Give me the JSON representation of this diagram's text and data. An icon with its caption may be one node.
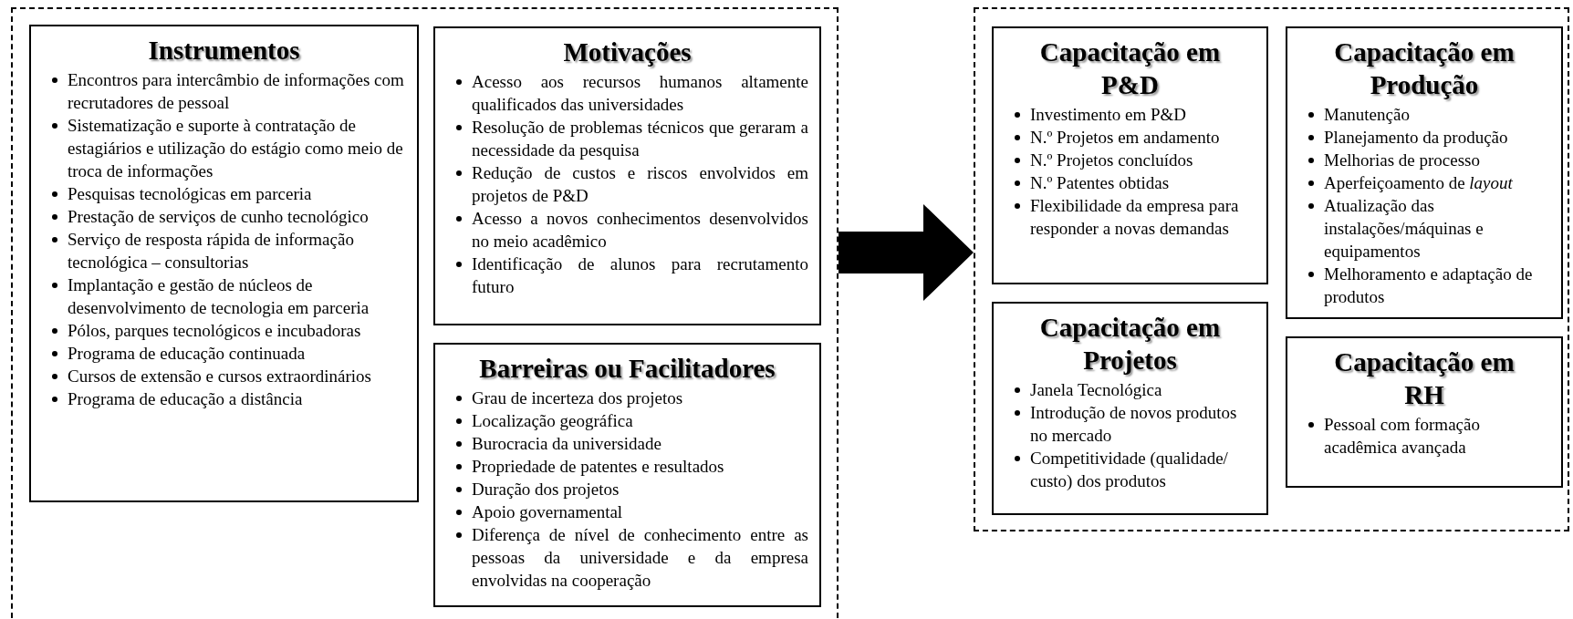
{
  "diagram": {
    "nodes": [
      {
        "text": [],
        "shape": "box"
      },
      {
        "text": [
          "Instrumentos",
          "Encontros para intercâmbio de informações com recrutadores de pessoal",
          "Sistematização e suporte à contratação de estagiários e utilização do estágio como meio de troca de informações",
          "Pesquisas tecnológicas em parceria",
          "Prestação de serviços de cunho tecnológico",
          "Serviço de resposta rápida de informação tecnológica – consultorias",
          "Implantação e gestão de núcleos de desenvolvimento de tecnologia em parceria",
          "Pólos, parques tecnológicos e incubadoras",
          "Programa de educação continuada",
          "Cursos de extensão e cursos extraordinários",
          "Programa de educação a distância"
        ],
        "in": 0
      },
      {
        "text": [
          "Motivações",
          "Acesso aos recursos humanos altamente qualificados das universidades",
          "Resolução de problemas técnicos que geraram a necessidade da pesquisa",
          "Redução de custos e riscos envolvidos em projetos de P&D",
          "Acesso a novos conhecimentos desenvolvidos no meio acadêmico",
          "Identificação de alunos para recrutamento futuro"
        ],
        "in": 0
      },
      {
        "text": [
          "Barreiras ou Facilitadores",
          "Grau de incerteza dos projetos",
          "Localização geográfica",
          "Burocracia da universidade",
          "Propriedade de patentes e resultados",
          "Duração dos projetos",
          "Apoio governamental",
          "Diferença de nível de conhecimento entre as pessoas da universidade e da empresa envolvidas na cooperação"
        ],
        "in": 0
      },
      {
        "text": [],
        "shape": "box"
      },
      {
        "text": [
          "Capacitação em P&D",
          "Investimento em P&D",
          "N.º Projetos em andamento",
          "N.º Projetos concluídos",
          "N.º Patentes obtidas",
          "Flexibilidade da empresa para responder a novas demandas"
        ],
        "in": 4
      },
      {
        "text": [
          "Capacitação em Produção",
          "Manutenção",
          "Planejamento da produção",
          "Melhorias de processo",
          "Aperfeiçoamento de *layout*",
          "Atualização das instalações/máquinas e equipamentos",
          "Melhoramento e adaptação de produtos"
        ],
        "in": 4
      },
      {
        "text": [
          "Capacitação em Projetos",
          "Janela Tecnológica",
          "Introdução de novos produtos no mercado",
          "Competitividade (qualidade/ custo) dos produtos"
        ],
        "in": 4
      },
      {
        "text": [
          "Capacitação em RH",
          "Pessoal com formação acadêmica avançada"
        ],
        "in": 4
      }
    ],
    "edges": [
      {
        "from": 0,
        "to": 4,
        "arrow": "to",
        "style": "thick"
      }
    ]
  }
}
